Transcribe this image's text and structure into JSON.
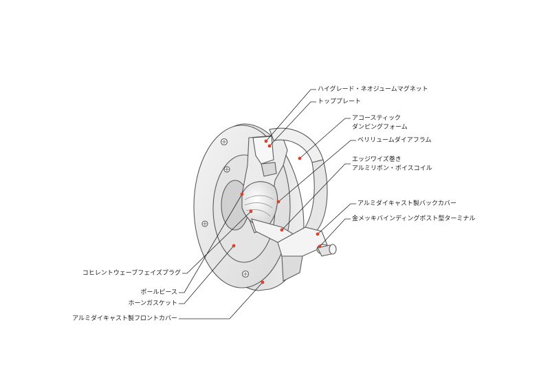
{
  "diagram": {
    "accent_color": "#d8432b",
    "line_color": "#222222",
    "labels_right": [
      {
        "id": "magnet",
        "text": "ハイグレード・ネオジュームマグネット"
      },
      {
        "id": "top_plate",
        "text": "トッププレート"
      },
      {
        "id": "acoustic_foam_1",
        "text": "アコースティック"
      },
      {
        "id": "acoustic_foam_2",
        "text": "ダンピングフォーム"
      },
      {
        "id": "diaphragm",
        "text": "ベリリュームダイアフラム"
      },
      {
        "id": "voice_coil_1",
        "text": "エッジワイズ巻き"
      },
      {
        "id": "voice_coil_2",
        "text": "アルミリボン・ボイスコイル"
      },
      {
        "id": "back_cover",
        "text": "アルミダイキャスト製バックカバー"
      },
      {
        "id": "terminal",
        "text": "金メッキバインディングポスト型ターミナル"
      }
    ],
    "labels_left": [
      {
        "id": "phase_plug",
        "text": "コヒレントウェーブフェイズプラグ"
      },
      {
        "id": "pole_piece",
        "text": "ポールピース"
      },
      {
        "id": "horn_gasket",
        "text": "ホーンガスケット"
      },
      {
        "id": "front_cover",
        "text": "アルミダイキャスト製フロントカバー"
      }
    ]
  }
}
